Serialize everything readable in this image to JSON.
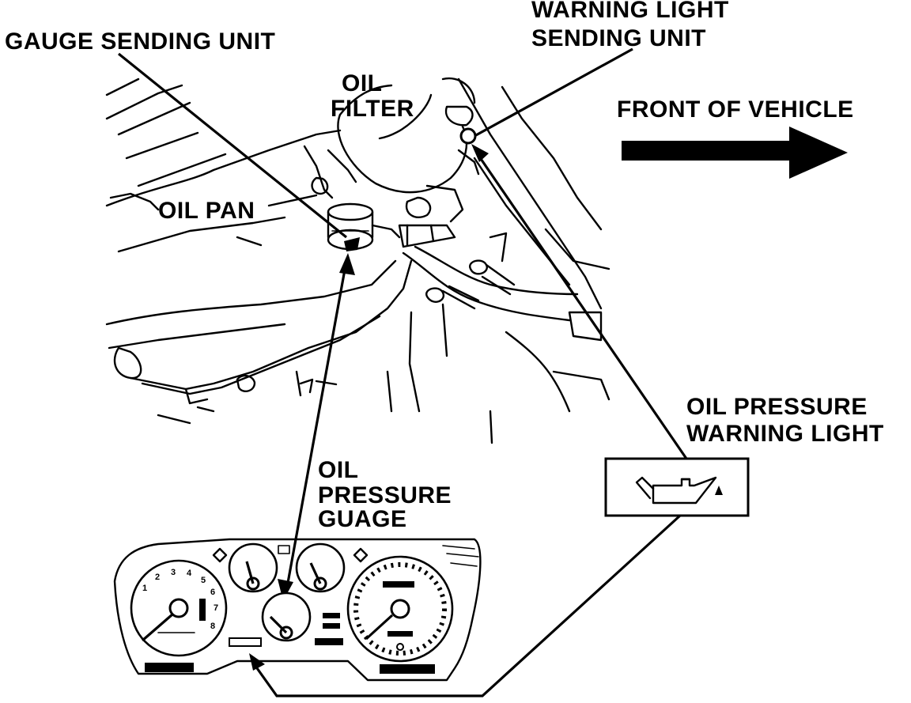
{
  "labels": {
    "gauge_sending_unit": "GAUGE SENDING UNIT",
    "warning_light_sending_unit_line1": "WARNING LIGHT",
    "warning_light_sending_unit_line2": "SENDING UNIT",
    "oil_filter_line1": "OIL",
    "oil_filter_line2": "FILTER",
    "front_of_vehicle": "FRONT OF VEHICLE",
    "oil_pan": "OIL PAN",
    "oil_pressure_warning_light_line1": "OIL PRESSURE",
    "oil_pressure_warning_light_line2": "WARNING LIGHT",
    "oil_pressure_gauge_line1": "OIL",
    "oil_pressure_gauge_line2": "PRESSURE",
    "oil_pressure_gauge_line3": "GUAGE"
  },
  "tachometer_numbers": [
    "1",
    "2",
    "3",
    "4",
    "5",
    "6",
    "7",
    "8"
  ],
  "icons": {
    "oil_can": "oil-can-icon",
    "direction_arrow": "arrow-right-icon"
  },
  "colors": {
    "ink": "#000000",
    "paper": "#ffffff"
  }
}
